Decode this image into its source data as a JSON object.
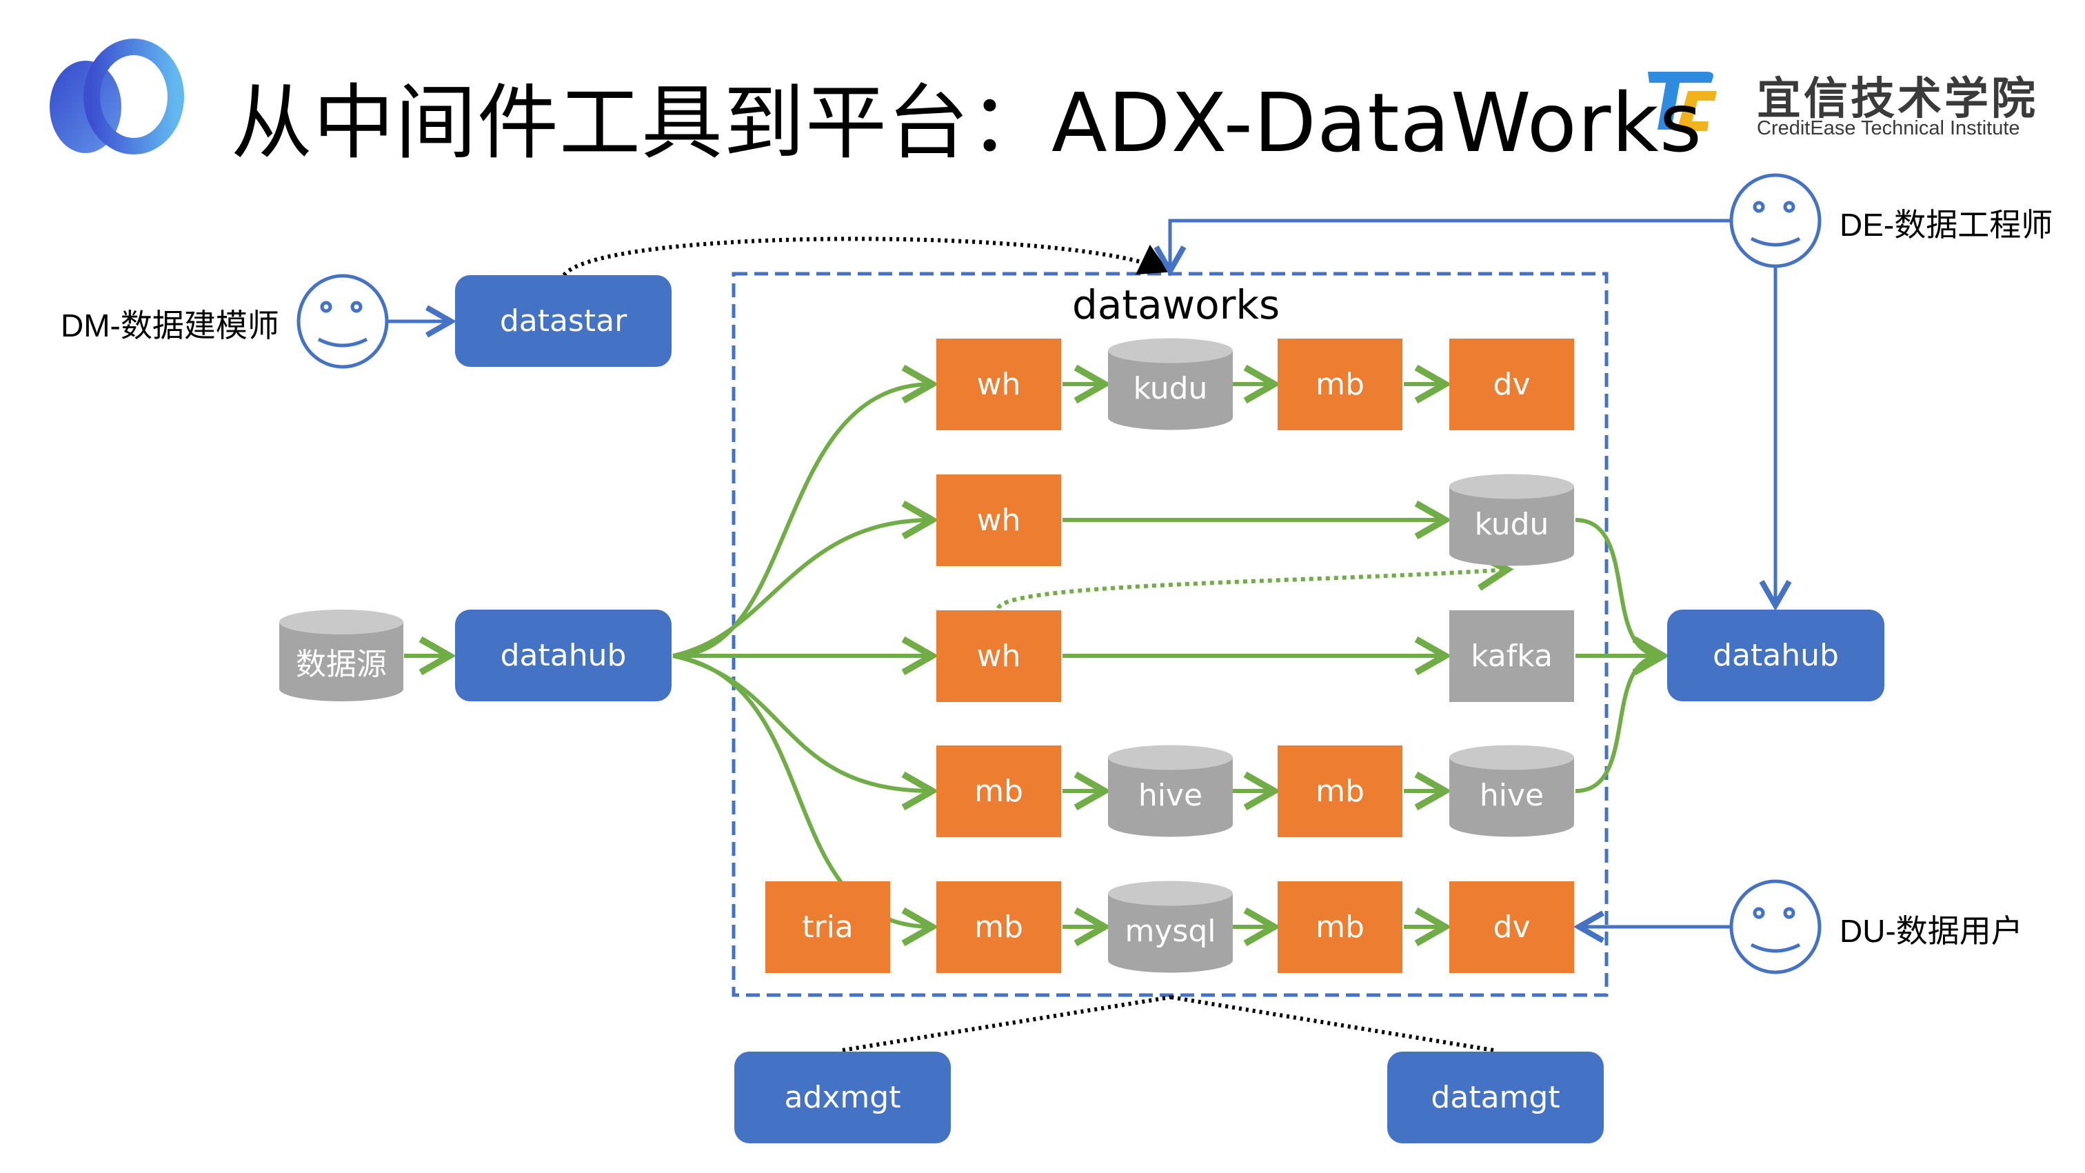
{
  "header": {
    "title": "从中间件工具到平台：ADX-DataWorks",
    "brand_cn": "宜信技术学院",
    "brand_en": "CreditEase Technical Institute",
    "logo_icon": "overlapping-rings-logo",
    "brand_icon": "tc-logo"
  },
  "colors": {
    "blue_node": "#4472c4",
    "orange_node": "#ed7d31",
    "gray_store": "#a5a5a5",
    "green_flow": "#70ad47",
    "dashed_border": "#4472c4"
  },
  "roles": {
    "dm": "DM-数据建模师",
    "de": "DE-数据工程师",
    "du": "DU-数据用户"
  },
  "external_nodes": {
    "datastar": "datastar",
    "source": "数据源",
    "datahub_in": "datahub",
    "datahub_out": "datahub",
    "adxmgt": "adxmgt",
    "datamgt": "datamgt"
  },
  "dataworks": {
    "label": "dataworks",
    "rows": [
      {
        "nodes": [
          {
            "label": "wh",
            "kind": "process"
          },
          {
            "label": "kudu",
            "kind": "store"
          },
          {
            "label": "mb",
            "kind": "process"
          },
          {
            "label": "dv",
            "kind": "process"
          }
        ]
      },
      {
        "nodes": [
          {
            "label": "wh",
            "kind": "process"
          },
          {
            "label": "kudu",
            "kind": "store"
          }
        ]
      },
      {
        "nodes": [
          {
            "label": "wh",
            "kind": "process"
          },
          {
            "label": "kafka",
            "kind": "queue"
          }
        ]
      },
      {
        "nodes": [
          {
            "label": "mb",
            "kind": "process"
          },
          {
            "label": "hive",
            "kind": "store"
          },
          {
            "label": "mb",
            "kind": "process"
          },
          {
            "label": "hive",
            "kind": "store"
          }
        ]
      },
      {
        "nodes": [
          {
            "label": "tria",
            "kind": "process"
          },
          {
            "label": "mb",
            "kind": "process"
          },
          {
            "label": "mysql",
            "kind": "store"
          },
          {
            "label": "mb",
            "kind": "process"
          },
          {
            "label": "dv",
            "kind": "process"
          }
        ]
      }
    ]
  }
}
